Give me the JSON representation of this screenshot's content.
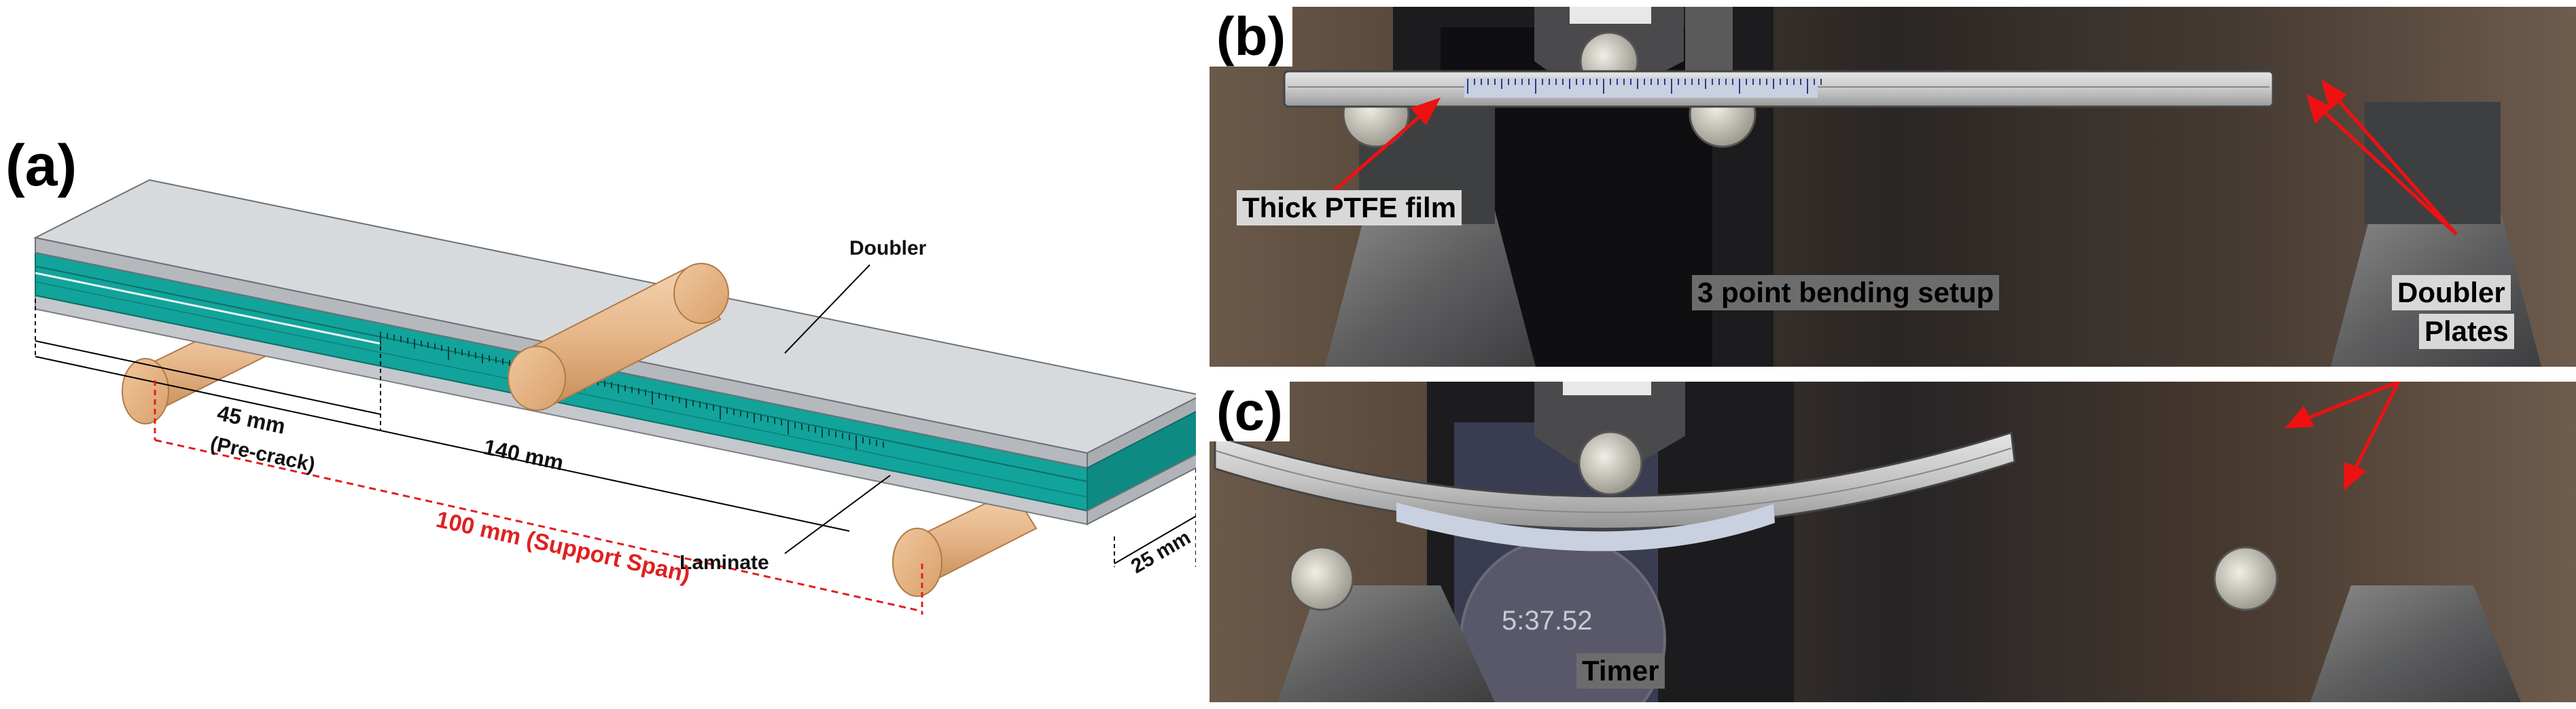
{
  "panel_a": {
    "letter": "(a)",
    "labels": {
      "doubler": "Doubler",
      "laminate": "Laminate",
      "dim_precrack_value": "45 mm",
      "dim_precrack_note": "(Pre-crack)",
      "dim_length": "140 mm",
      "dim_support_span": "100 mm (Support Span)",
      "dim_width": "25 mm"
    },
    "colors": {
      "doubler_top": "#d7dadd",
      "doubler_side": "#b5b9bd",
      "laminate": "#12a39b",
      "roller": "#e6b689",
      "span_line": "#e02020"
    }
  },
  "panel_b": {
    "letter": "(b)",
    "labels": {
      "film": "Thick PTFE film",
      "setup": "3 point bending setup",
      "doubler_plates_line1": "Doubler",
      "doubler_plates_line2": "Plates"
    }
  },
  "panel_c": {
    "letter": "(c)",
    "labels": {
      "timer": "Timer",
      "timer_reading": "5:37.52"
    }
  }
}
